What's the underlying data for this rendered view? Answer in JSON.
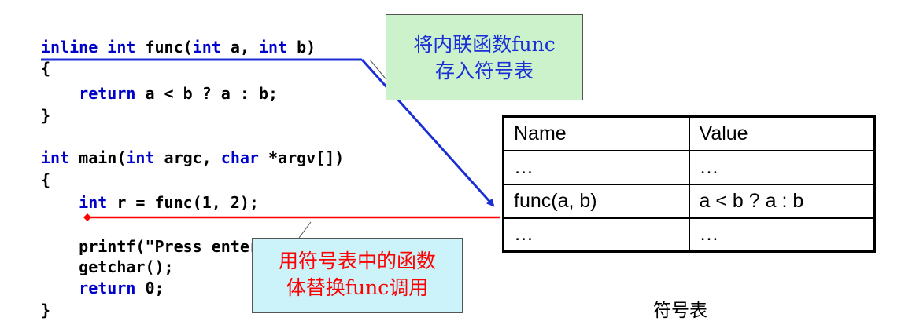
{
  "code_lines": [
    [
      {
        "t": "inline",
        "kw": true
      },
      {
        "t": " "
      },
      {
        "t": "int",
        "kw": true
      },
      {
        "t": " func("
      },
      {
        "t": "int",
        "kw": true
      },
      {
        "t": " a, "
      },
      {
        "t": "int",
        "kw": true
      },
      {
        "t": " b)"
      }
    ],
    [
      {
        "t": "{"
      }
    ],
    [
      {
        "t": "    "
      },
      {
        "t": "return",
        "kw": true
      },
      {
        "t": " a < b ? a : b;"
      }
    ],
    [
      {
        "t": "}"
      }
    ],
    [],
    [
      {
        "t": "int",
        "kw": true
      },
      {
        "t": " main("
      },
      {
        "t": "int",
        "kw": true
      },
      {
        "t": " argc, "
      },
      {
        "t": "char",
        "kw": true
      },
      {
        "t": " *argv[])"
      }
    ],
    [
      {
        "t": "{"
      }
    ],
    [
      {
        "t": "    "
      },
      {
        "t": "int",
        "kw": true
      },
      {
        "t": " r = func(1, 2);"
      }
    ],
    [],
    [
      {
        "t": "    printf(\"Press enter to continue...\");"
      }
    ],
    [
      {
        "t": "    getchar();"
      }
    ],
    [
      {
        "t": "    "
      },
      {
        "t": "return",
        "kw": true
      },
      {
        "t": " 0;"
      }
    ],
    [
      {
        "t": "}"
      }
    ]
  ],
  "callout_store": [
    "将内联函数func",
    "存入符号表"
  ],
  "callout_replace": [
    "用符号表中的函数",
    "体替换func调用"
  ],
  "symbol_table": {
    "headers": [
      "Name",
      "Value"
    ],
    "rows": [
      [
        "…",
        "…"
      ],
      [
        "func(a, b)",
        "a < b ? a : b"
      ],
      [
        "…",
        "…"
      ]
    ]
  },
  "caption": "符号表",
  "colors": {
    "keyword": "#0000cc",
    "blue_arrow": "#1a2ed6",
    "red_arrow": "#ff0000",
    "green_box": "#ccf2cc",
    "cyan_box": "#ccf2fa"
  }
}
